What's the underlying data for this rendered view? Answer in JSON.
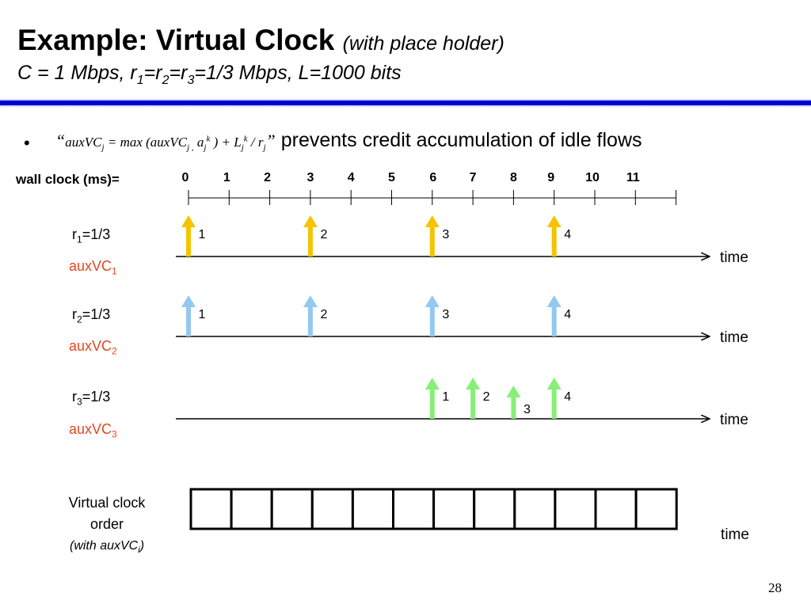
{
  "slide": {
    "title": "Example: Virtual Clock",
    "title_suffix": "(with place holder)",
    "params": {
      "c_text": "C = 1 Mbps, r",
      "r1_sub": "1",
      "eq1": "=r",
      "r2_sub": "2",
      "eq2": "=r",
      "r3_sub": "3",
      "tail": "=1/3 Mbps, L=1000 bits"
    },
    "page_number": "28"
  },
  "bullet": {
    "marker": "•",
    "open_quote": "“",
    "f1": "auxVC",
    "f1_sub": "j",
    "f2": " = max (auxVC",
    "f2_sub": "j ,",
    "f3": " a",
    "f3_sub": "j",
    "f3_sup": "k",
    "f4": " ) +  L",
    "f4_sub": "j",
    "f4_sup": "k",
    "f5": " / r",
    "f5_sub": "j",
    "close_quote": "”",
    "text": " prevents credit accumulation of idle flows"
  },
  "timeline": {
    "label": "wall clock (ms)=",
    "ticks": [
      "0",
      "1",
      "2",
      "3",
      "4",
      "5",
      "6",
      "7",
      "8",
      "9",
      "10",
      "11"
    ]
  },
  "flows": [
    {
      "rate_prefix": "r",
      "rate_sub": "1",
      "rate_suffix": "=1/3",
      "aux_prefix": "auxVC",
      "aux_sub": "1",
      "color": "#f5c400",
      "packets": [
        {
          "label": "1",
          "t": 0
        },
        {
          "label": "2",
          "t": 3
        },
        {
          "label": "3",
          "t": 6
        },
        {
          "label": "4",
          "t": 9
        }
      ],
      "axis_label": "time"
    },
    {
      "rate_prefix": "r",
      "rate_sub": "2",
      "rate_suffix": "=1/3",
      "aux_prefix": "auxVC",
      "aux_sub": "2",
      "color": "#94c8f0",
      "packets": [
        {
          "label": "1",
          "t": 0
        },
        {
          "label": "2",
          "t": 3
        },
        {
          "label": "3",
          "t": 6
        },
        {
          "label": "4",
          "t": 9
        }
      ],
      "axis_label": "time"
    },
    {
      "rate_prefix": "r",
      "rate_sub": "3",
      "rate_suffix": "=1/3",
      "aux_prefix": "auxVC",
      "aux_sub": "3",
      "color": "#88ee77",
      "packets": [
        {
          "label": "1",
          "t": 6
        },
        {
          "label": "2",
          "t": 7
        },
        {
          "label": "3",
          "t": 8
        },
        {
          "label": "4",
          "t": 9
        }
      ],
      "axis_label": "time"
    }
  ],
  "virtual_clock": {
    "line1": "Virtual clock",
    "line2": "order",
    "note_prefix": "(with auxVC",
    "note_sub": "i",
    "note_suffix": ")",
    "cells": 12,
    "axis_label": "time"
  },
  "colors": {
    "rule": "#0000cc",
    "aux_label": "#e8461e"
  }
}
